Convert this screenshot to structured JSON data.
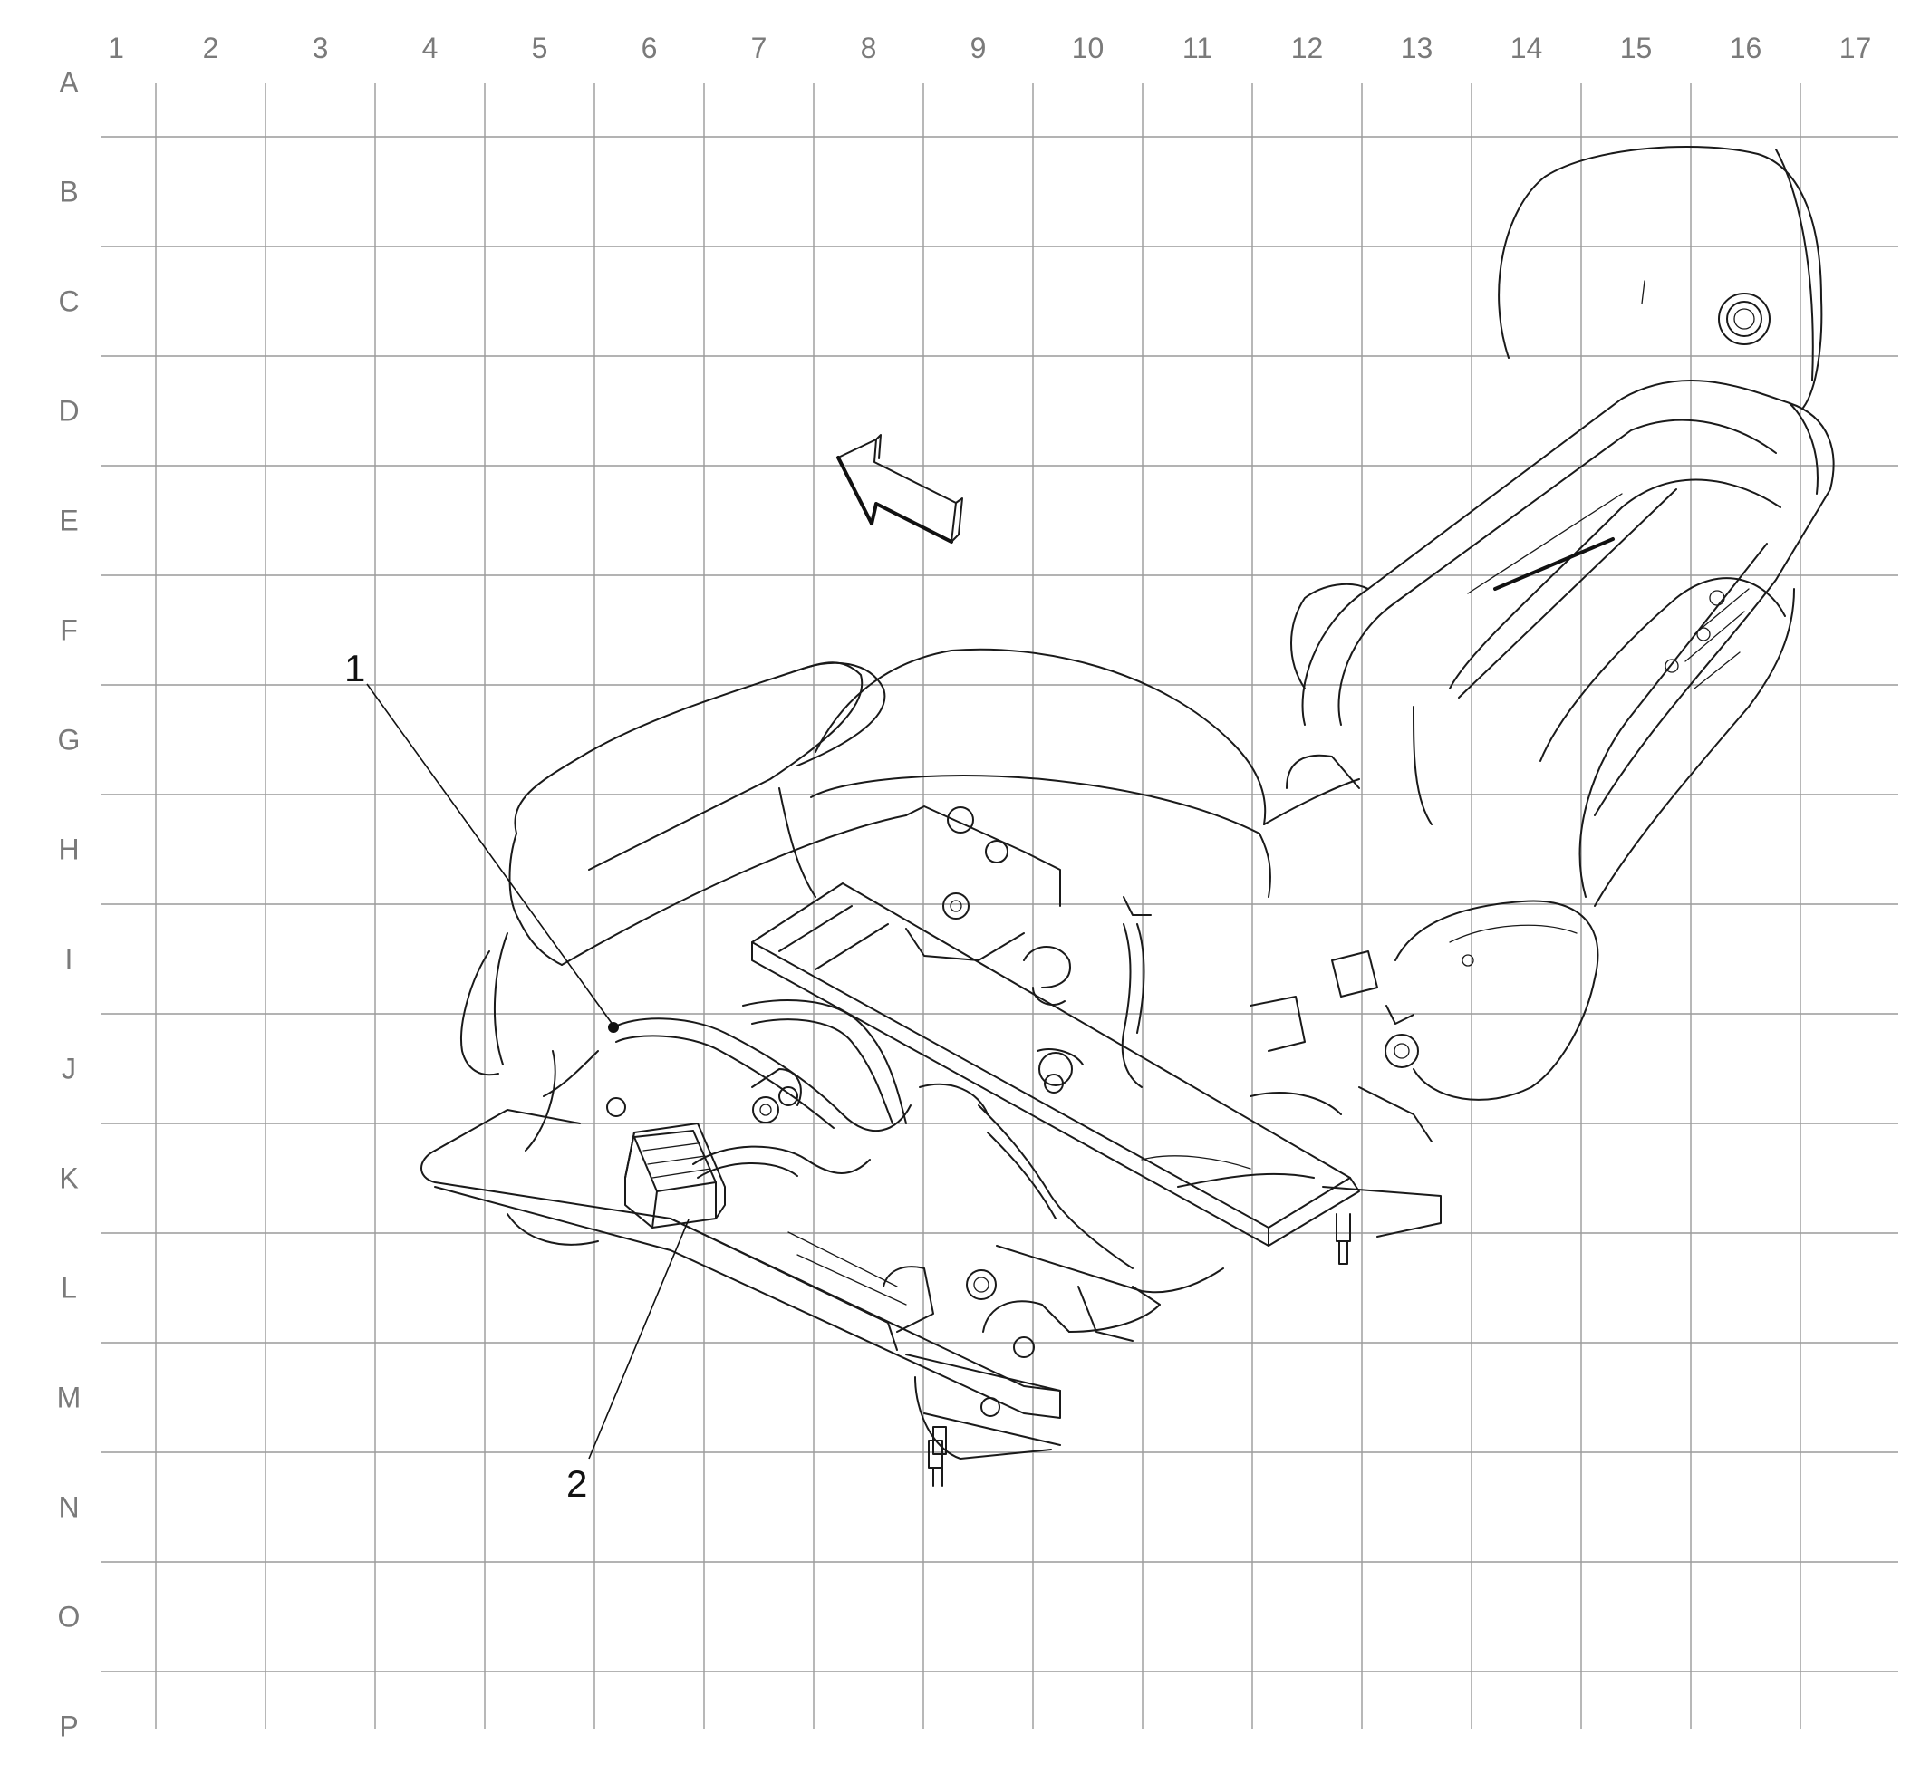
{
  "grid": {
    "columns": [
      "1",
      "2",
      "3",
      "4",
      "5",
      "6",
      "7",
      "8",
      "9",
      "10",
      "11",
      "12",
      "13",
      "14",
      "15",
      "16",
      "17"
    ],
    "rows": [
      "A",
      "B",
      "C",
      "D",
      "E",
      "F",
      "G",
      "H",
      "I",
      "J",
      "K",
      "L",
      "M",
      "N",
      "O",
      "P"
    ]
  },
  "callouts": [
    {
      "id": "1",
      "label": "1"
    },
    {
      "id": "2",
      "label": "2"
    }
  ],
  "colors": {
    "ink": "#1a1a1a",
    "grid": "#9a9a9a",
    "label": "#7a7a7a"
  }
}
